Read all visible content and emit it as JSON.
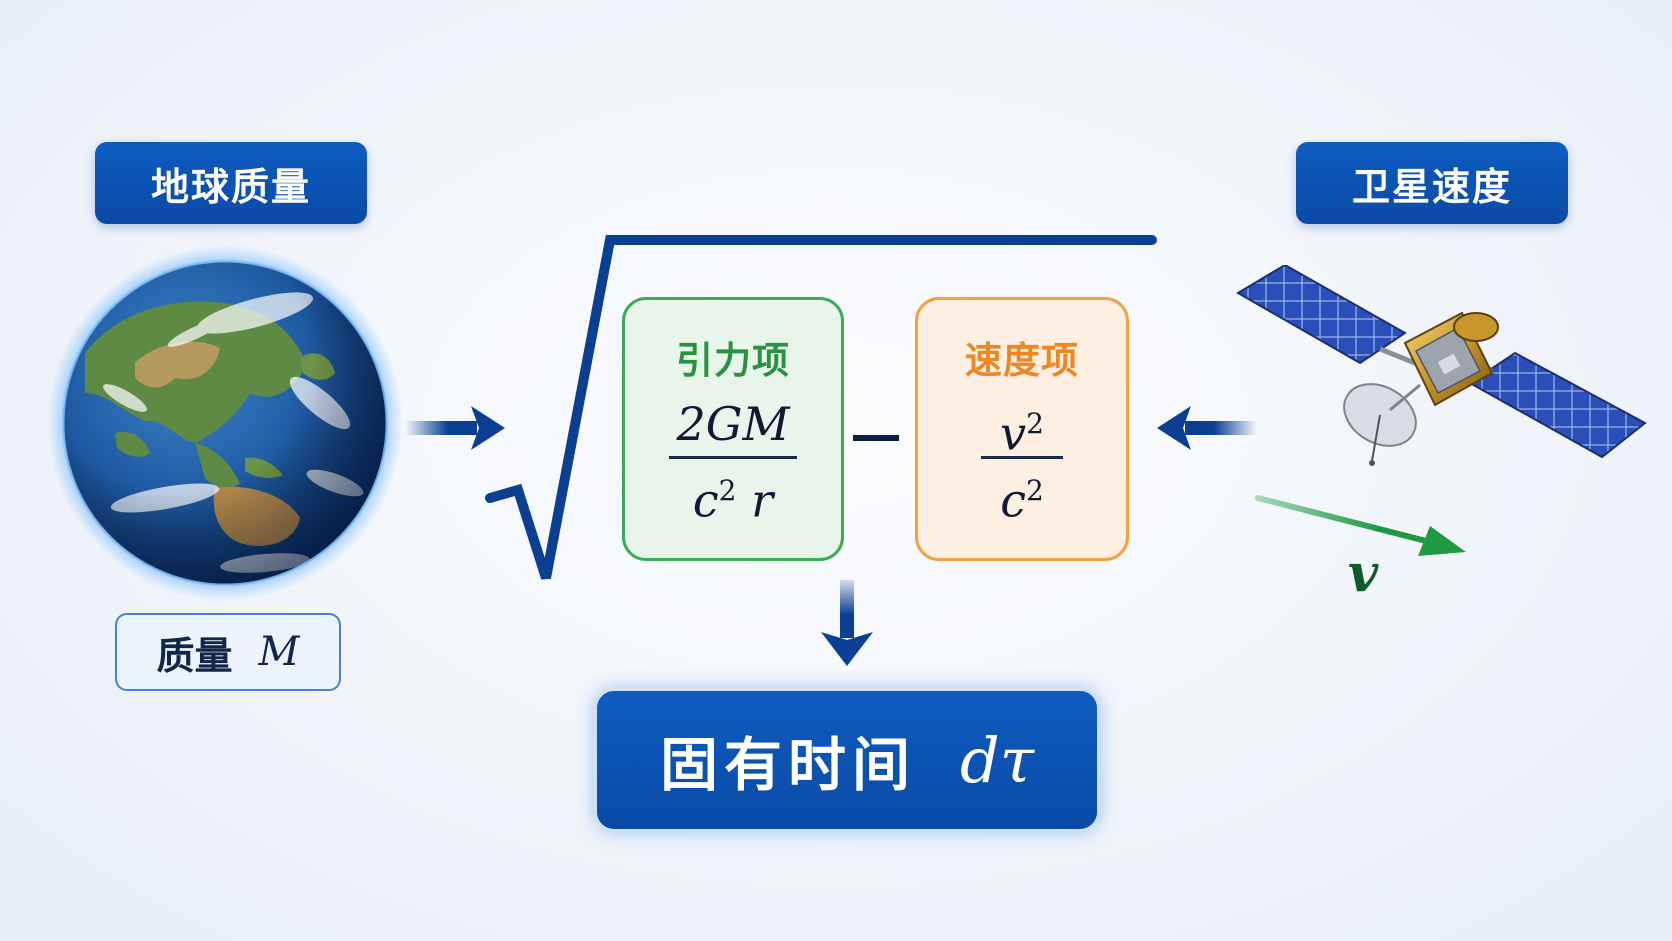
{
  "earth": {
    "title": "地球质量",
    "mass_label": "质量",
    "mass_symbol": "M"
  },
  "satellite": {
    "title": "卫星速度",
    "velocity_symbol": "v"
  },
  "formula": {
    "gravity_term": {
      "title": "引力项",
      "numerator": "2GM",
      "den_base": "c",
      "den_exp": "2",
      "den_tail": "r"
    },
    "operator": "−",
    "velocity_term": {
      "title": "速度项",
      "num_base": "v",
      "num_exp": "2",
      "den_base": "c",
      "den_exp": "2"
    }
  },
  "result": {
    "label": "固有时间",
    "symbol": "dτ"
  },
  "colors": {
    "primary_blue": "#0a4aa6",
    "gravity_green": "#3eaa55",
    "velocity_orange": "#f3a043",
    "velocity_arrow_green": "#1f9a44"
  },
  "icons": [
    "earth-globe-icon",
    "satellite-icon",
    "arrow-right-icon",
    "arrow-left-icon",
    "arrow-down-icon",
    "velocity-arrow-icon",
    "square-root-icon"
  ]
}
